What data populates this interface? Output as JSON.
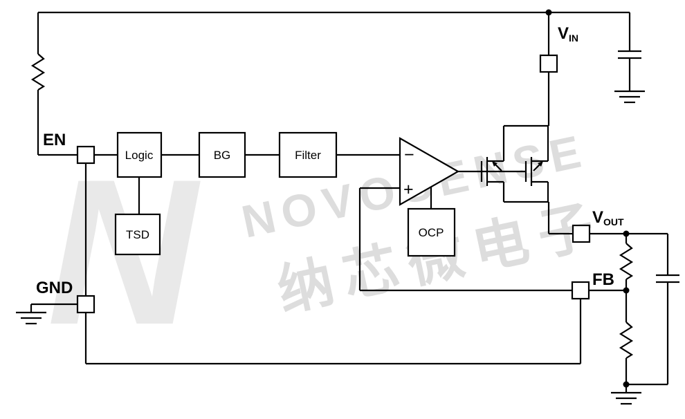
{
  "watermark": {
    "logo_letter": "N",
    "line1": "NOVOSENSE",
    "line2": "纳芯微电子"
  },
  "blocks": {
    "logic": "Logic",
    "bg": "BG",
    "filter": "Filter",
    "tsd": "TSD",
    "ocp": "OCP"
  },
  "amplifier": {
    "minus": "−",
    "plus": "+"
  },
  "pins": {
    "en": "EN",
    "gnd": "GND",
    "fb": "FB",
    "vin": {
      "main": "V",
      "sub": "IN"
    },
    "vout": {
      "main": "V",
      "sub": "OUT"
    }
  },
  "colors": {
    "line": "#000000",
    "box_fill": "#ffffff",
    "watermark": "#c9c9c9",
    "background": "#ffffff"
  }
}
